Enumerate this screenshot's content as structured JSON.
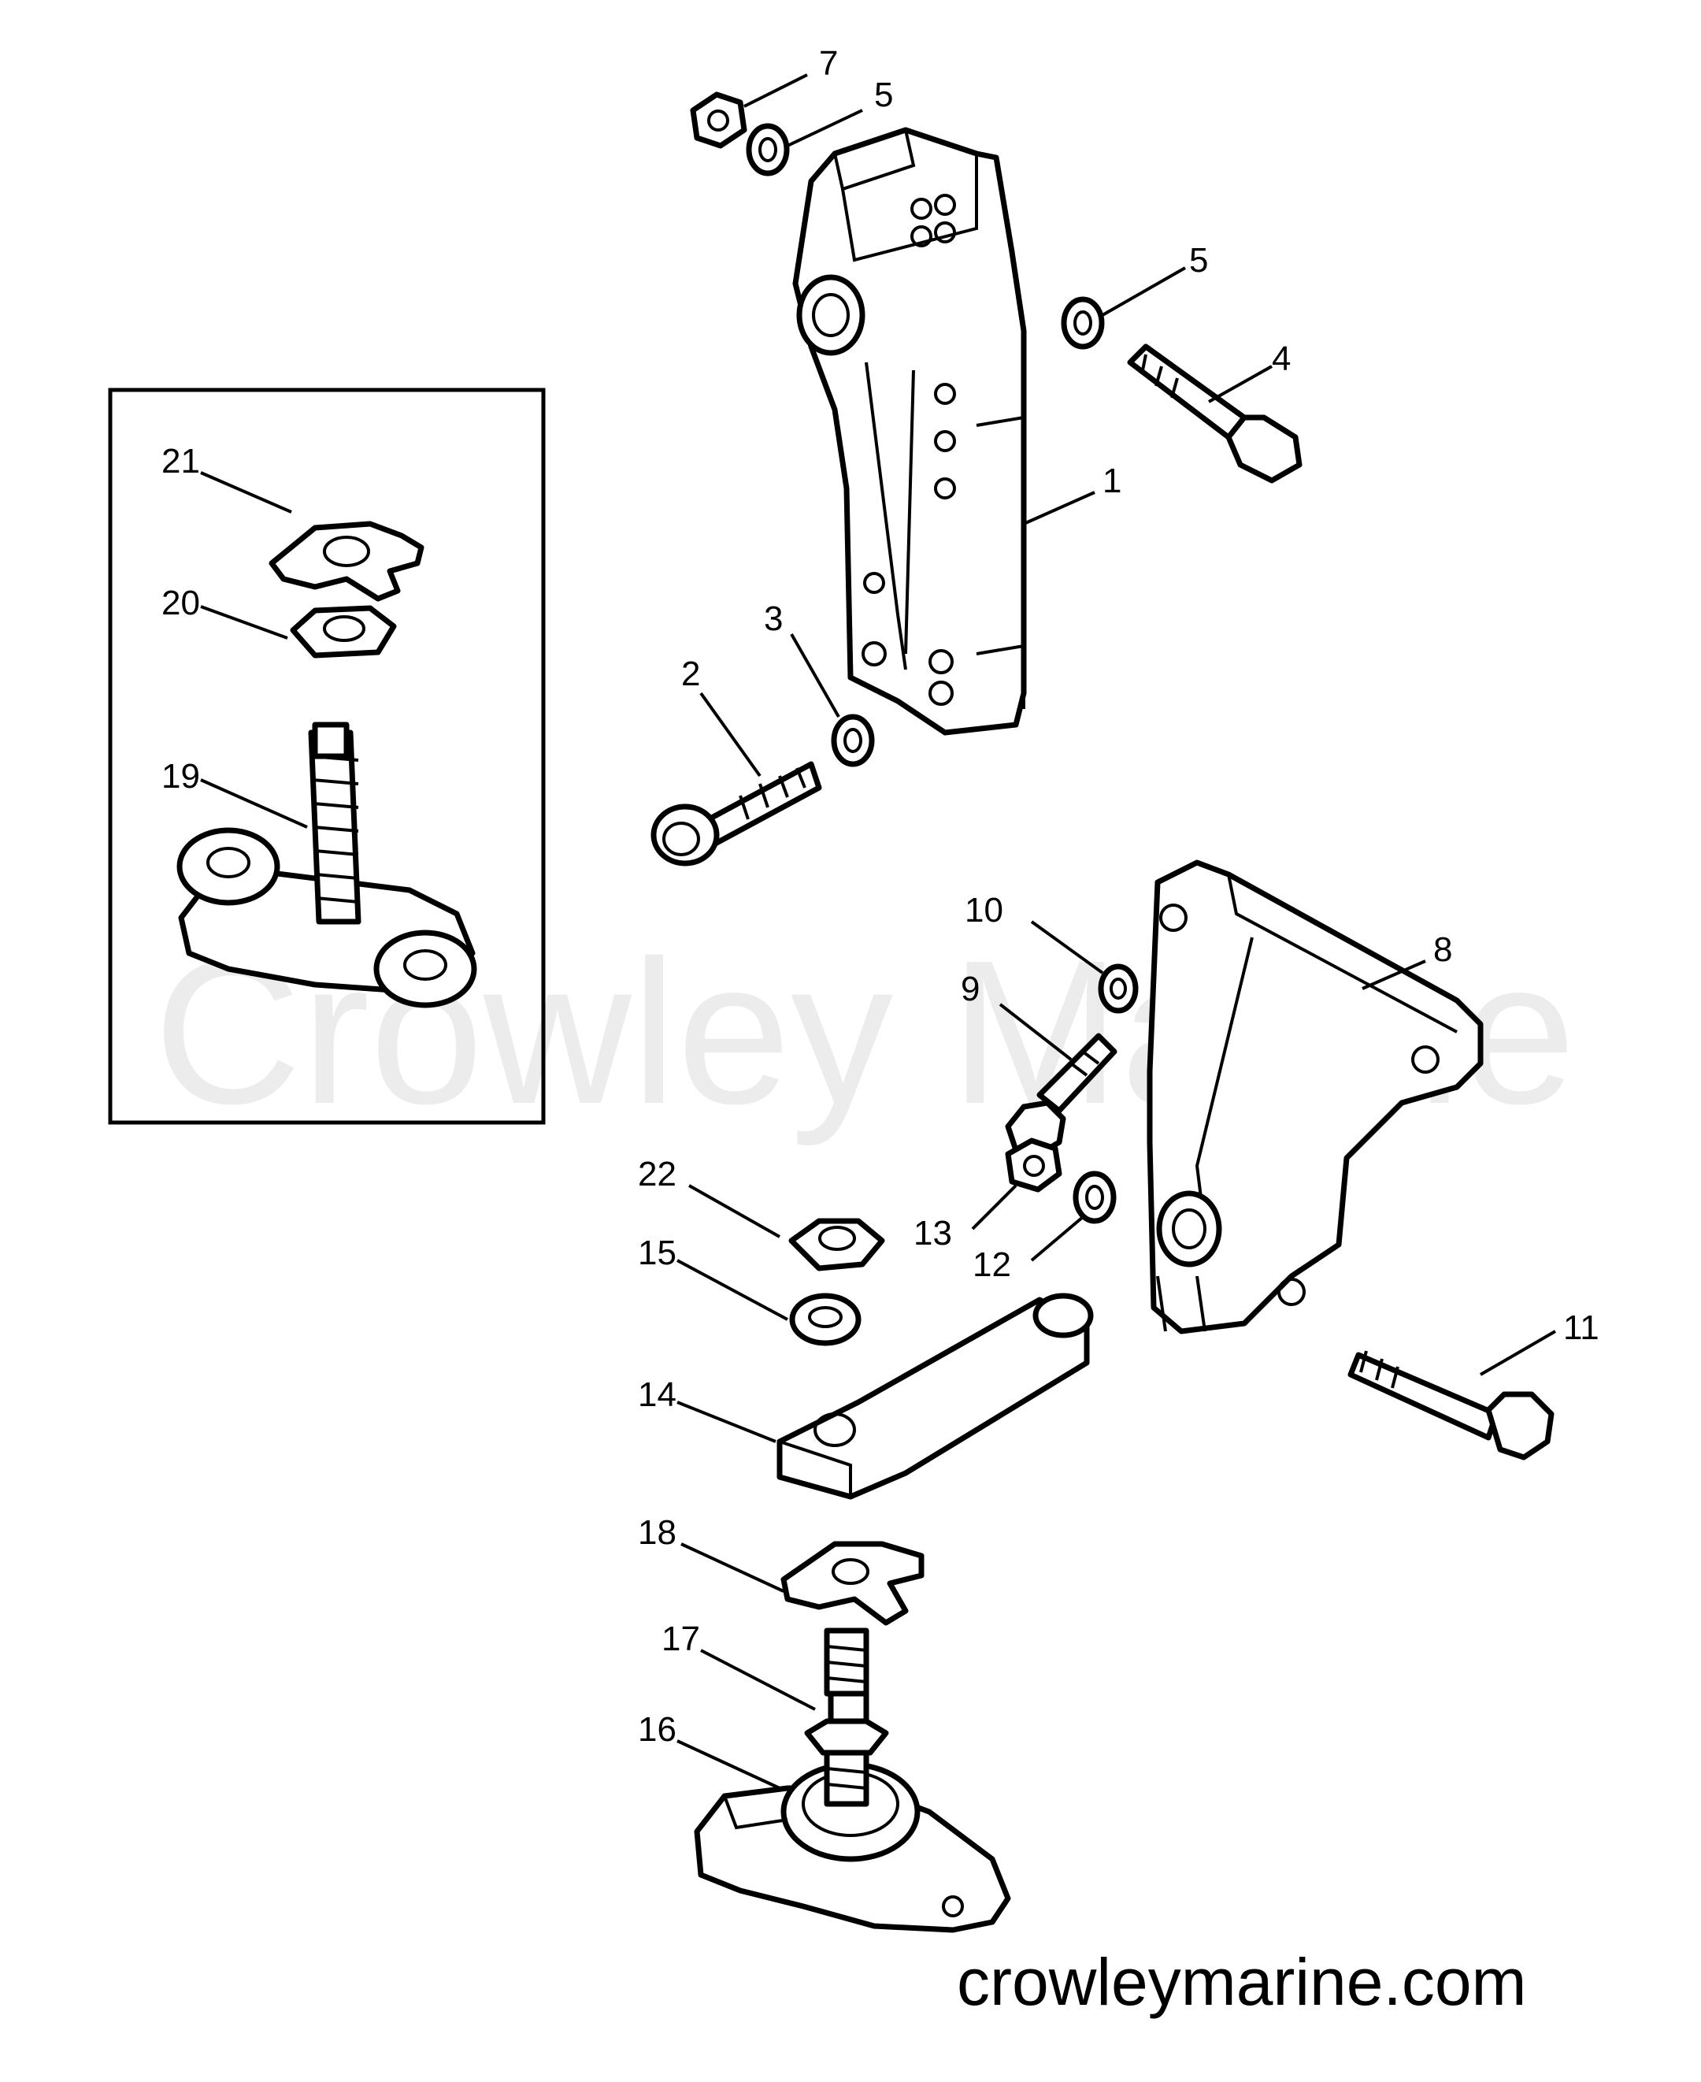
{
  "diagram": {
    "callouts": [
      {
        "id": "1",
        "label": "1"
      },
      {
        "id": "2",
        "label": "2"
      },
      {
        "id": "3",
        "label": "3"
      },
      {
        "id": "4",
        "label": "4"
      },
      {
        "id": "5a",
        "label": "5"
      },
      {
        "id": "5b",
        "label": "5"
      },
      {
        "id": "7",
        "label": "7"
      },
      {
        "id": "8",
        "label": "8"
      },
      {
        "id": "9",
        "label": "9"
      },
      {
        "id": "10",
        "label": "10"
      },
      {
        "id": "11",
        "label": "11"
      },
      {
        "id": "12",
        "label": "12"
      },
      {
        "id": "13",
        "label": "13"
      },
      {
        "id": "14",
        "label": "14"
      },
      {
        "id": "15",
        "label": "15"
      },
      {
        "id": "16",
        "label": "16"
      },
      {
        "id": "17",
        "label": "17"
      },
      {
        "id": "18",
        "label": "18"
      },
      {
        "id": "19",
        "label": "19"
      },
      {
        "id": "20",
        "label": "20"
      },
      {
        "id": "21",
        "label": "21"
      },
      {
        "id": "22",
        "label": "22"
      }
    ],
    "watermark": "Crowley Marine",
    "site_url": "crowleymarine.com"
  }
}
